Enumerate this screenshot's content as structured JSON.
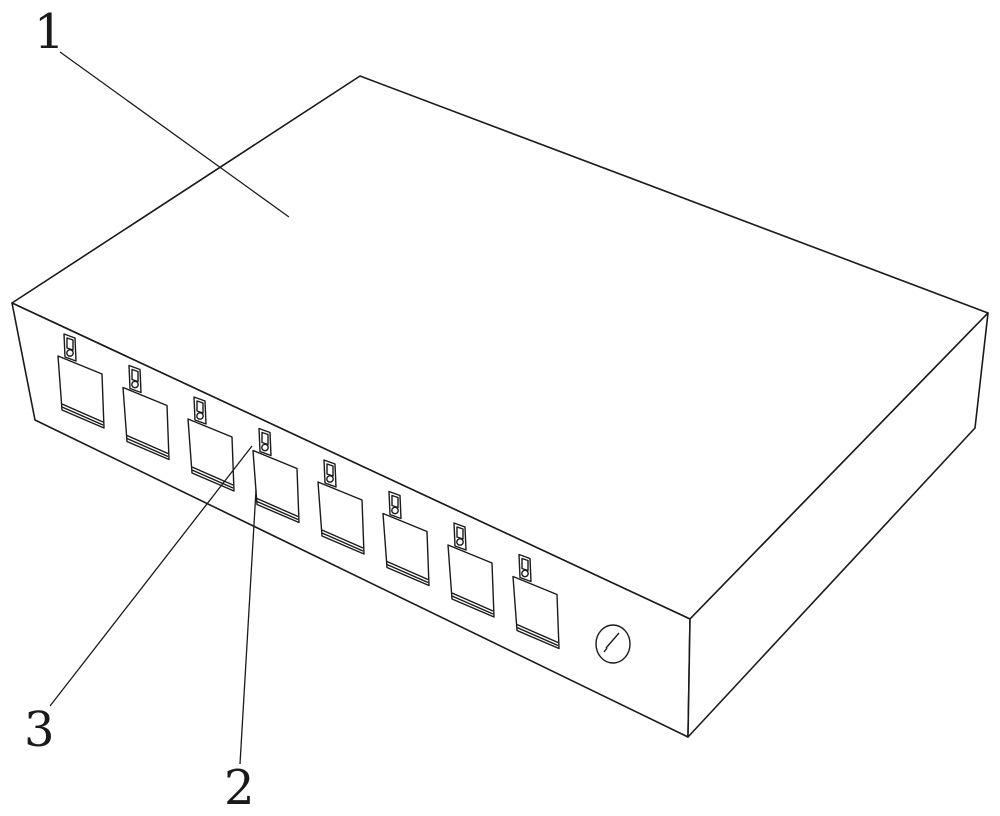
{
  "figure": {
    "labels": {
      "housing": "1",
      "port": "2",
      "latch": "3"
    },
    "port_count": 8,
    "colors": {
      "line": "#1a1a1a",
      "background": "#ffffff"
    }
  }
}
